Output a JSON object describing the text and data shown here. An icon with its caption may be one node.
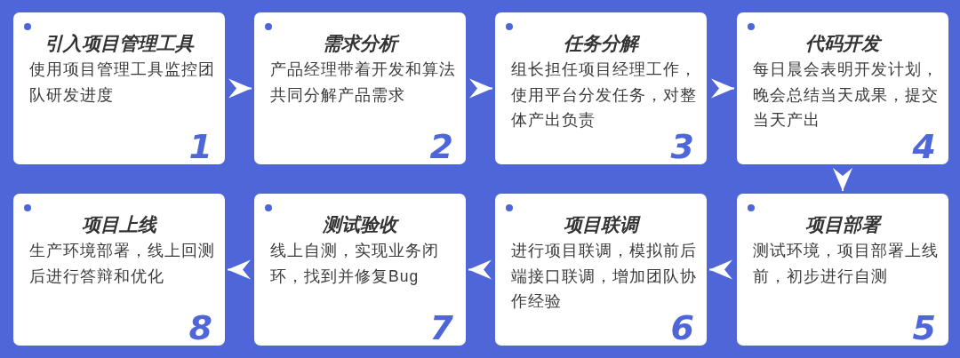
{
  "diagram": {
    "nodes": [
      {
        "text": [
          "引入项目管理工具",
          "使用项目管理工具监控团队研发进度",
          "1"
        ]
      },
      {
        "text": [
          "需求分析",
          "产品经理带着开发和算法共同分解产品需求",
          "2"
        ]
      },
      {
        "text": [
          "任务分解",
          "组长担任项目经理工作，使用平台分发任务，对整体产出负责",
          "3"
        ]
      },
      {
        "text": [
          "代码开发",
          "每日晨会表明开发计划，晚会总结当天成果，提交当天产出",
          "4"
        ]
      },
      {
        "text": [
          "项目部署",
          "测试环境，项目部署上线前，初步进行自测",
          "5"
        ]
      },
      {
        "text": [
          "项目联调",
          "进行项目联调，模拟前后端接口联调，增加团队协作经验",
          "6"
        ]
      },
      {
        "text": [
          "测试验收",
          "线上自测，实现业务闭环，找到并修复Bug",
          "7"
        ]
      },
      {
        "text": [
          "项目上线",
          "生产环境部署，线上回测后进行答辩和优化",
          "8"
        ]
      }
    ],
    "edges": [
      {
        "from": 0,
        "to": 1,
        "arrow": "to"
      },
      {
        "from": 1,
        "to": 2,
        "arrow": "to"
      },
      {
        "from": 2,
        "to": 3,
        "arrow": "to"
      },
      {
        "from": 3,
        "to": 4,
        "arrow": "to"
      },
      {
        "from": 4,
        "to": 5,
        "arrow": "to"
      },
      {
        "from": 5,
        "to": 6,
        "arrow": "to"
      },
      {
        "from": 6,
        "to": 7,
        "arrow": "to"
      }
    ]
  }
}
